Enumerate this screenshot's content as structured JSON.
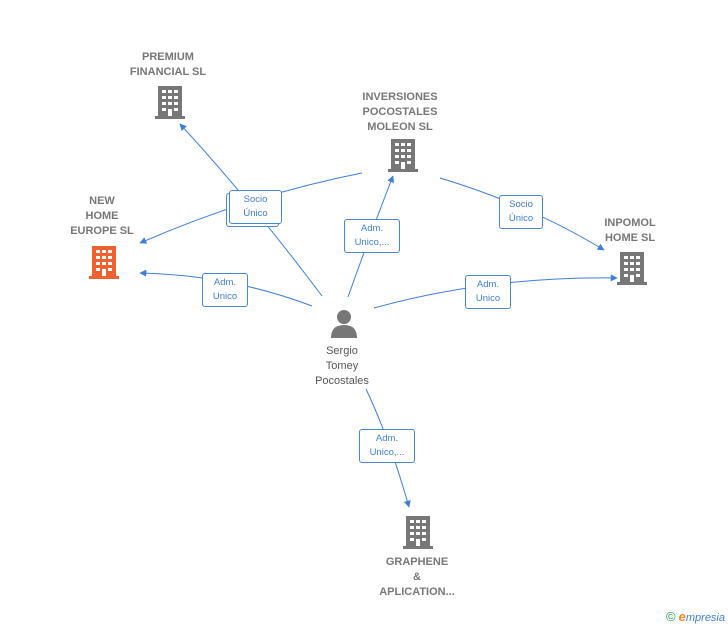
{
  "colors": {
    "edge": "#3f7fd6",
    "company_icon": "#777777",
    "focus_icon": "#f06030",
    "person_icon": "#777777"
  },
  "nodes": {
    "premium_financial": {
      "label": "PREMIUM\nFINANCIAL SL",
      "icon": "building-icon"
    },
    "inversiones": {
      "label": "INVERSIONES\nPOCOSTALES\nMOLEON SL",
      "icon": "building-icon"
    },
    "new_home": {
      "label": "NEW\nHOME\nEUROPE  SL",
      "icon": "building-icon",
      "focus": true
    },
    "inpomol": {
      "label": "INPOMOL\nHOME  SL",
      "icon": "building-icon"
    },
    "sergio": {
      "label": "Sergio\nTomey\nPocostales",
      "icon": "person-icon"
    },
    "graphene": {
      "label": "GRAPHENE\n&\nAPLICATION...",
      "icon": "building-icon"
    }
  },
  "edges": {
    "socio_unico_left": "Socio\nÚnico",
    "adm_unico_inversiones": "Adm.\nUnico,...",
    "socio_unico_right": "Socio\nÚnico",
    "adm_unico_new_home": "Adm.\nUnico",
    "adm_unico_inpomol": "Adm.\nUnico",
    "adm_unico_graphene": "Adm.\nUnico,..."
  },
  "brand": {
    "copyright": "©",
    "initial": "e",
    "name": "mpresia"
  }
}
